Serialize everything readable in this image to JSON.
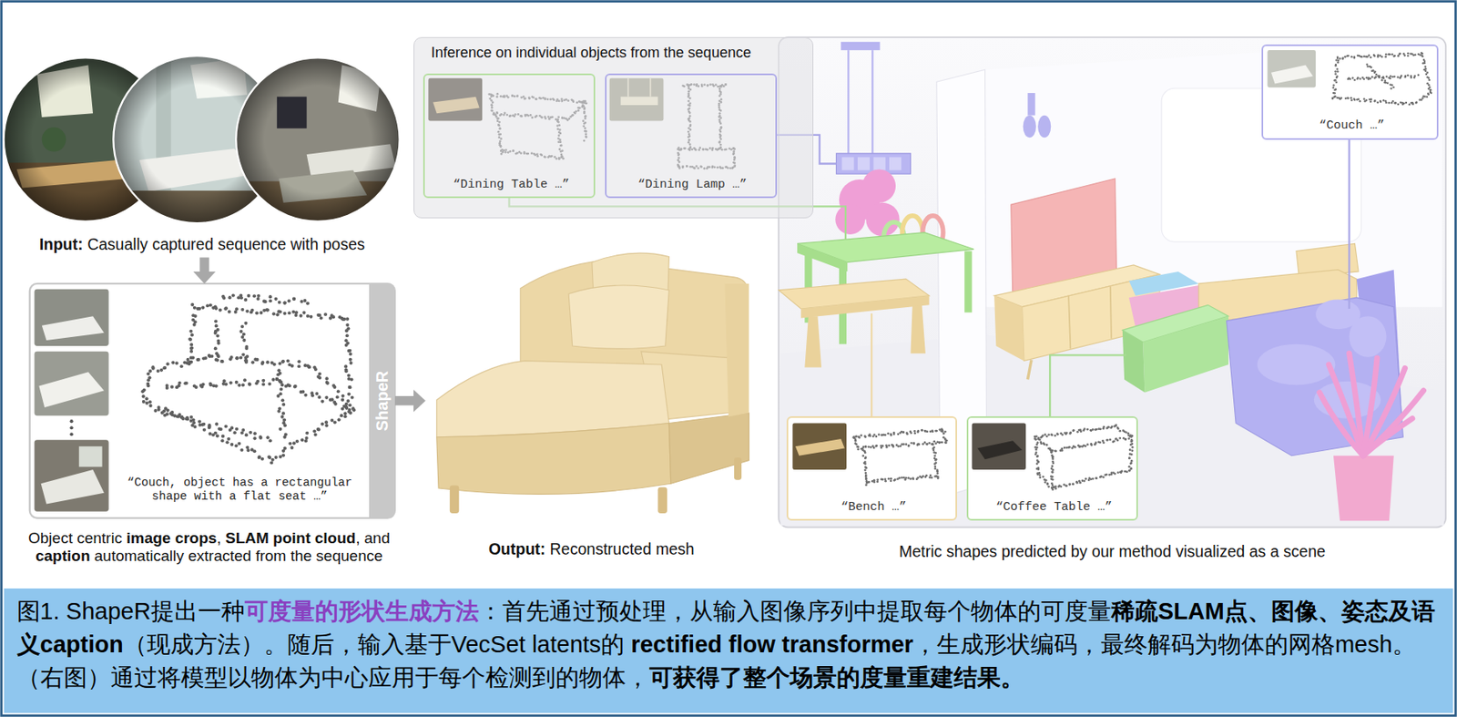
{
  "diagram": {
    "caption": "图1. ShapeR提出一种可度量的形状生成方法：首先通过预处理，从输入图像序列中提取每个物体的可度量稀疏SLAM点、图像、姿态及语义caption（现成方法）。随后，输入基于VecSet latents的 rectified flow transformer，生成形状编码，最终解码为物体的网格mesh。（右图）通过将模型以物体为中心应用于每个检测到的物体，可获得了整个场景的度量重建结果。",
    "nodes": [
      {
        "text": [
          "Input: Casually captured sequence with poses"
        ]
      },
      {
        "text": [
          "“Couch, object has a rectangular shape with a flat seat …”",
          "Object centric image crops, SLAM point cloud, and caption automatically extracted from the sequence"
        ]
      },
      {
        "text": [
          "ShapeR"
        ],
        "in": 1
      },
      {
        "text": [
          "Output: Reconstructed mesh"
        ]
      },
      {
        "text": [
          "Inference on individual objects from the sequence"
        ]
      },
      {
        "text": [
          "“Dining Table …”"
        ],
        "in": 4
      },
      {
        "text": [
          "“Dining Lamp …”"
        ],
        "in": 4
      },
      {
        "text": [
          "Metric shapes predicted by our method visualized as a scene"
        ]
      },
      {
        "text": [
          "“Couch …”"
        ],
        "in": 7
      },
      {
        "text": [
          "“Bench …”"
        ],
        "in": 7
      },
      {
        "text": [
          "“Coffee Table …”"
        ],
        "in": 7
      }
    ],
    "edges": [
      {
        "from": 0,
        "to": 1,
        "arrow": "to"
      },
      {
        "from": 2,
        "to": 3,
        "arrow": "to"
      }
    ]
  }
}
